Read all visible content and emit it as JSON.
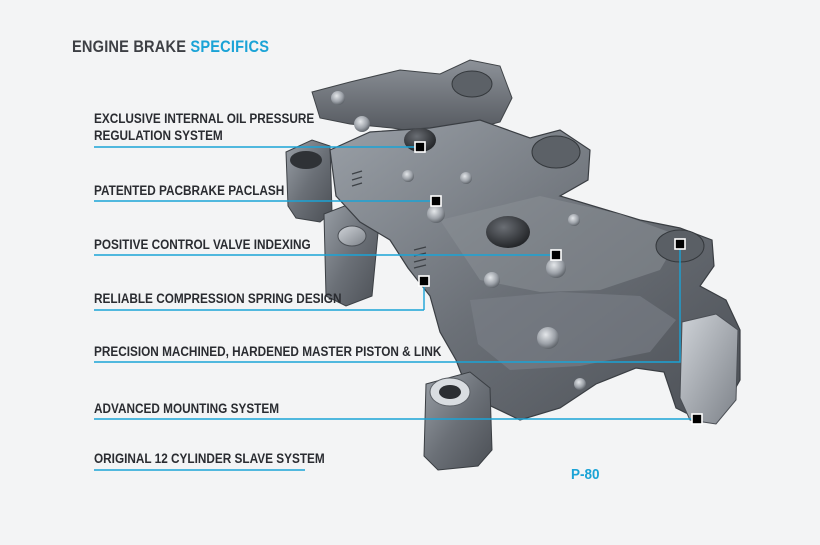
{
  "header": {
    "title_part1": "ENGINE BRAKE",
    "title_part2": "SPECIFICS"
  },
  "features": [
    {
      "label": "EXCLUSIVE INTERNAL OIL PRESSURE",
      "label_line2": "REGULATION SYSTEM"
    },
    {
      "label": "PATENTED PACBRAKE PACLASH"
    },
    {
      "label": "POSITIVE CONTROL VALVE INDEXING"
    },
    {
      "label": "RELIABLE COMPRESSION SPRING DESIGN"
    },
    {
      "label": "PRECISION MACHINED, HARDENED MASTER PISTON & LINK"
    },
    {
      "label": "ADVANCED MOUNTING SYSTEM"
    },
    {
      "label": "ORIGINAL 12 CYLINDER SLAVE SYSTEM"
    }
  ],
  "product": {
    "model": "P-80"
  },
  "colors": {
    "accent": "#1aa3d6",
    "text": "#2a2c31",
    "title_dark": "#3d3f44",
    "metal": "#6e737a"
  }
}
